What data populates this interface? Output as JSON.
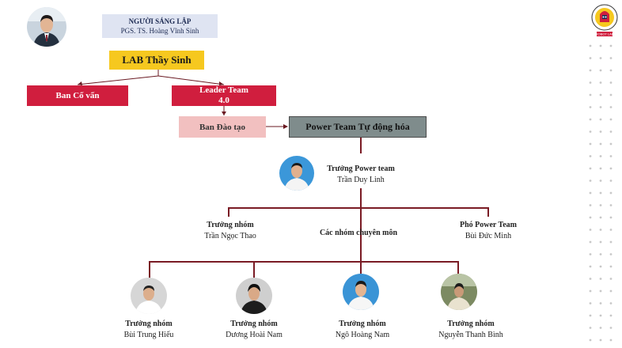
{
  "founder": {
    "title": "NGƯỜI SÁNG LẬP",
    "name": "PGS. TS. Hoàng Vĩnh Sinh"
  },
  "lab": {
    "label": "LAB Thầy Sinh"
  },
  "advisors": {
    "label": "Ban Cố vấn"
  },
  "leader_team": {
    "line1": "Leader Team",
    "line2": "4.0"
  },
  "training": {
    "label": "Ban Đào tạo"
  },
  "power_team": {
    "label": "Power Team Tự động hóa"
  },
  "power_lead": {
    "role": "Trưởng Power team",
    "name": "Trần Duy Linh"
  },
  "group_lead": {
    "role": "Trưởng nhóm",
    "name": "Trần Ngọc Thao"
  },
  "specialist_groups": {
    "label": "Các nhóm chuyên môn"
  },
  "vice_lead": {
    "role": "Phó Power Team",
    "name": "Bùi Đức Minh"
  },
  "members": [
    {
      "role": "Trưởng nhóm",
      "name": "Bùi Trung Hiếu"
    },
    {
      "role": "Trưởng nhóm",
      "name": "Dương Hoài Nam"
    },
    {
      "role": "Trưởng nhóm",
      "name": "Ngô Hoàng Nam"
    },
    {
      "role": "Trưởng nhóm",
      "name": "Nguyễn Thanh Bình"
    }
  ],
  "logo": {
    "text": "ROBOT LAB"
  },
  "colors": {
    "accent_red": "#d01e3e",
    "connector": "#7a1b24",
    "lab_yellow": "#f6c81f",
    "power_gray": "#7f8c8c"
  }
}
